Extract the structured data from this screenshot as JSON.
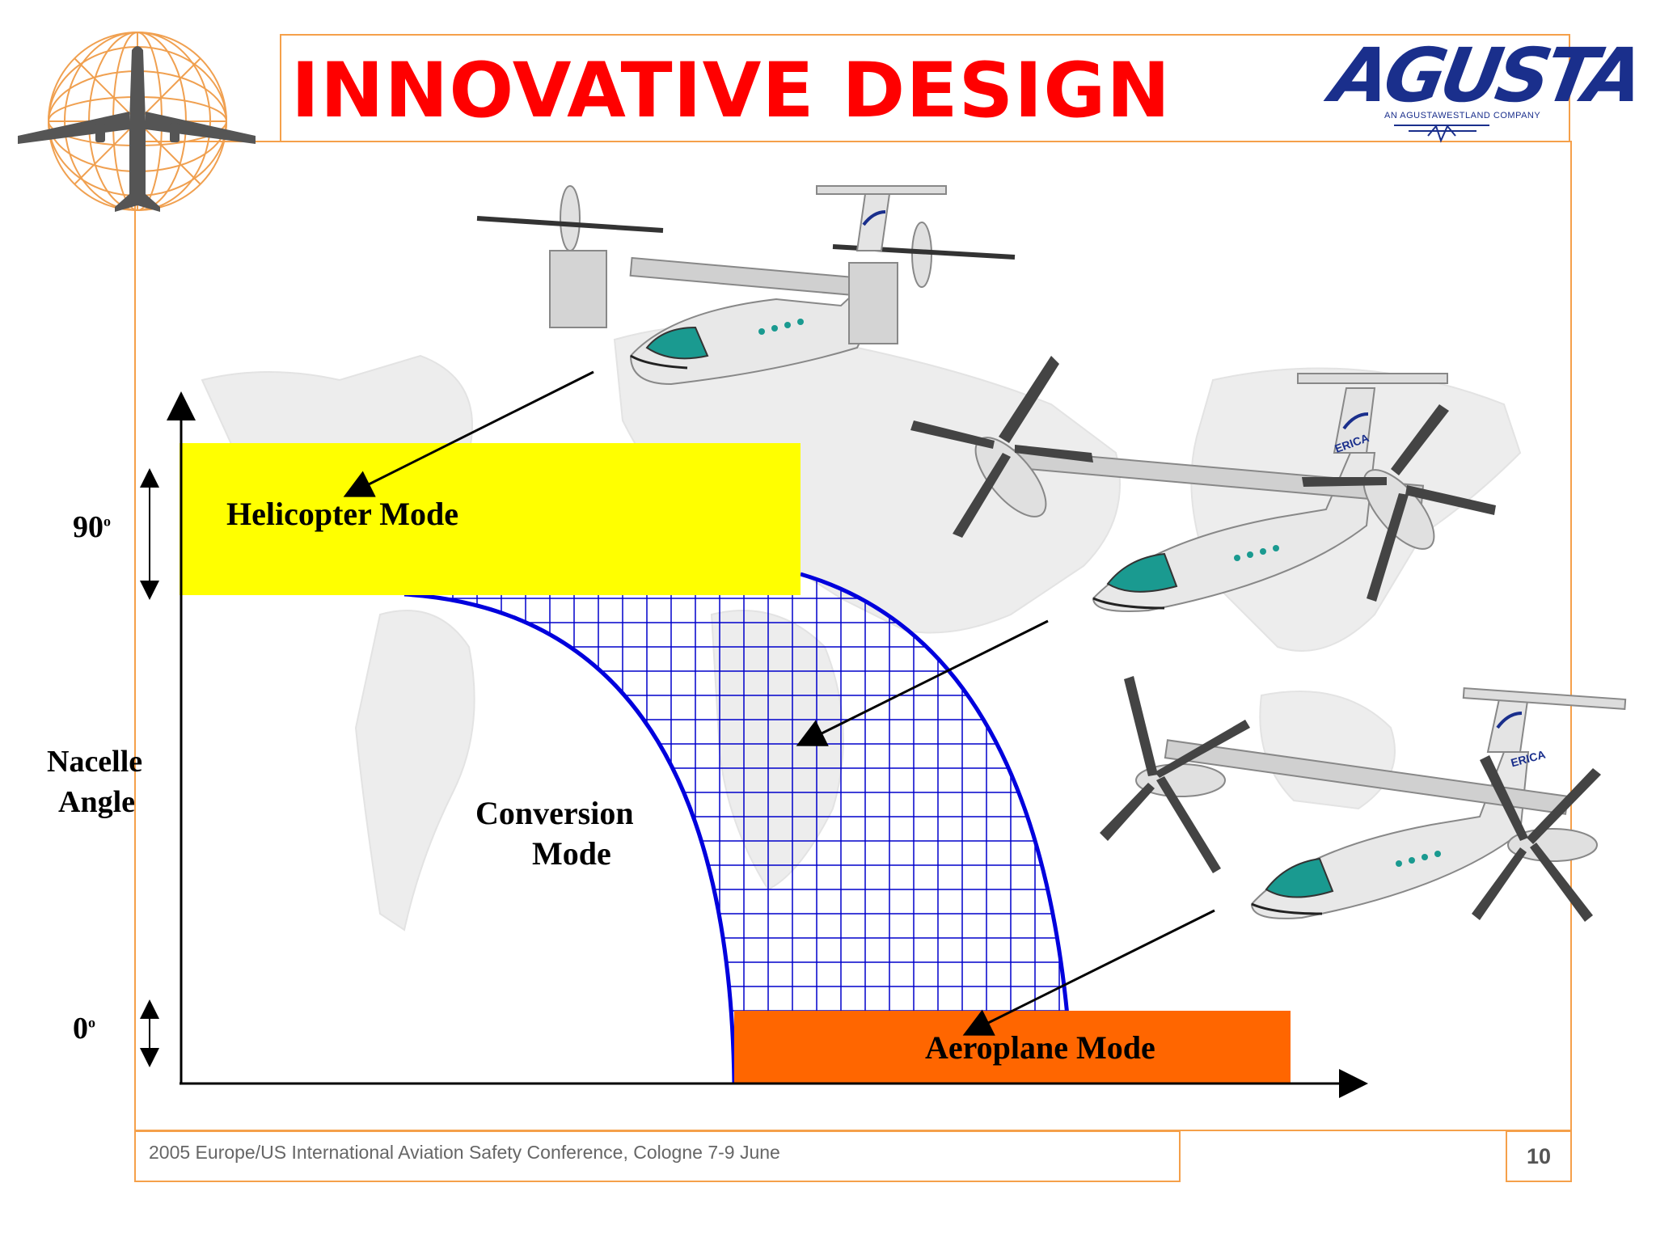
{
  "slide": {
    "title": "INNOVATIVE DESIGN",
    "footer": "2005 Europe/US International Aviation Safety Conference, Cologne 7-9 June",
    "page_number": "10"
  },
  "logo": {
    "name": "AGUSTA",
    "tagline": "AN AGUSTAWESTLAND COMPANY"
  },
  "diagram": {
    "y_axis_label_line1": "Nacelle",
    "y_axis_label_line2": "Angle",
    "tick_90": "90",
    "tick_0": "0",
    "degree_mark": "o",
    "helicopter_mode": "Helicopter Mode",
    "conversion_mode_line1": "Conversion",
    "conversion_mode_line2": "Mode",
    "aeroplane_mode": "Aeroplane Mode",
    "aircraft_label": "ERICA"
  },
  "colors": {
    "title": "#ff0000",
    "frame": "#f5a04a",
    "helicopter_box": "#ffff00",
    "aeroplane_box": "#ff6600",
    "conversion_grid": "#0000cc",
    "logo": "#1a2f8c"
  }
}
